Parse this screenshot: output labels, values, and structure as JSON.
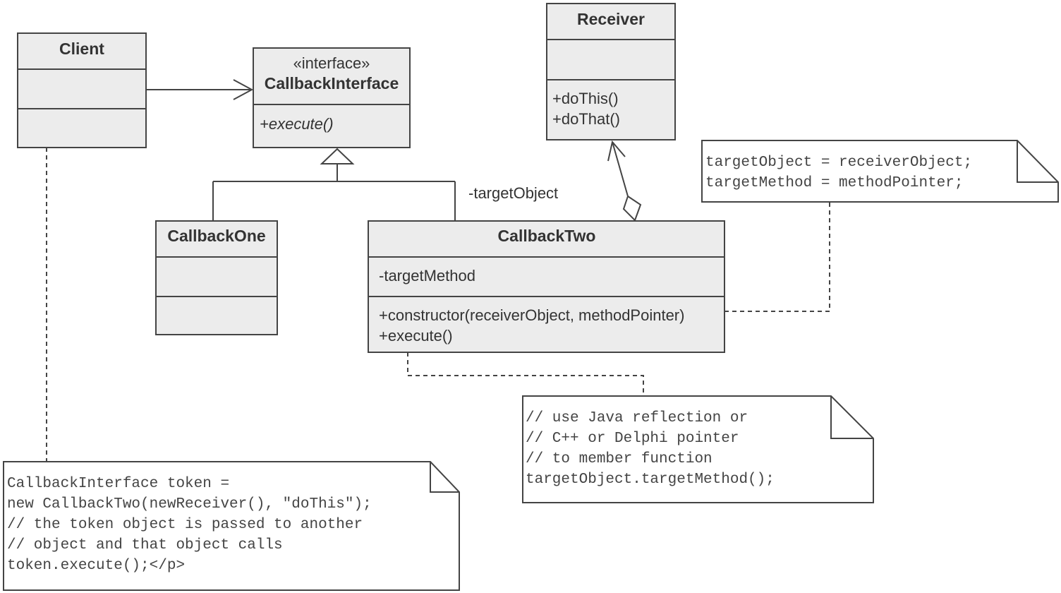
{
  "classes": {
    "client": {
      "name": "Client"
    },
    "callback_interface": {
      "stereotype": "«interface»",
      "name": "CallbackInterface",
      "operations": [
        "+execute()"
      ]
    },
    "receiver": {
      "name": "Receiver",
      "operations": [
        "+doThis()",
        "+doThat()"
      ]
    },
    "callback_one": {
      "name": "CallbackOne"
    },
    "callback_two": {
      "name": "CallbackTwo",
      "attributes": [
        "-targetMethod"
      ],
      "operations": [
        "+constructor(receiverObject, methodPointer)",
        "+execute()"
      ]
    }
  },
  "relations": {
    "target_object_label": "-targetObject"
  },
  "notes": {
    "assignment": [
      "targetObject = receiverObject;",
      "targetMethod = methodPointer;"
    ],
    "reflection": [
      "// use Java reflection or",
      "// C++ or Delphi pointer",
      "// to member function",
      "targetObject.targetMethod();"
    ],
    "client_usage": [
      "CallbackInterface token =",
      "new CallbackTwo(newReceiver(), \"doThis\");",
      "// the token object is passed to another",
      "// object and that object calls",
      "token.execute();</p>"
    ]
  }
}
